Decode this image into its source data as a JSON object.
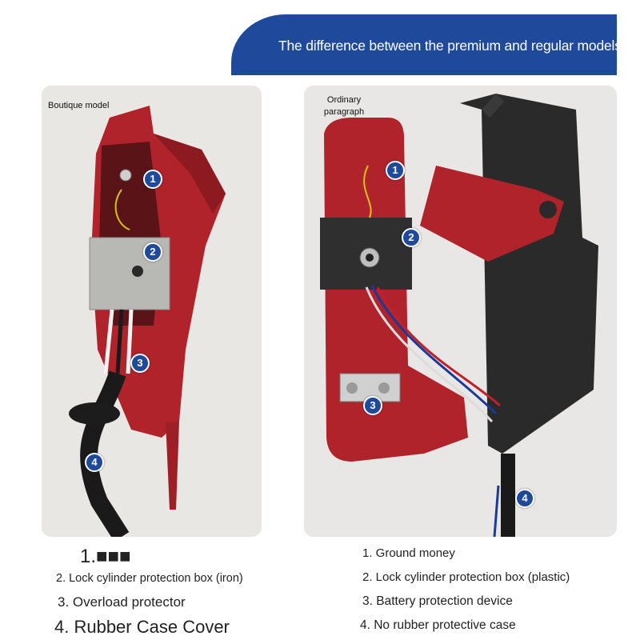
{
  "banner": {
    "title": "The difference between the premium and regular models"
  },
  "left": {
    "model_label": "Boutique model",
    "markers": [
      "1",
      "2",
      "3",
      "4"
    ],
    "list": [
      "1.■■■",
      "2. Lock cylinder protection box (iron)",
      "3. Overload protector",
      "4. Rubber Case Cover"
    ]
  },
  "right": {
    "model_label": "Ordinary paragraph",
    "markers": [
      "1",
      "2",
      "3",
      "4"
    ],
    "list": [
      "1. Ground money",
      "2. Lock cylinder protection box (plastic)",
      "3. Battery protection device",
      "4. No rubber protective case"
    ]
  },
  "colors": {
    "accent": "#1f4a9c",
    "housing_red": "#b0232b",
    "box_black": "#2a2a2a"
  }
}
